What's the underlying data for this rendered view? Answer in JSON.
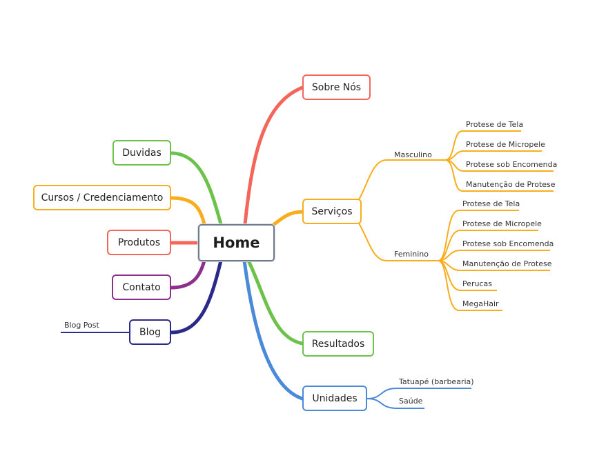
{
  "root": {
    "label": "Home"
  },
  "colors": {
    "red": "#f4665a",
    "orange": "#f9ad1c",
    "green": "#6cc24a",
    "blue": "#4a8ad8",
    "purple": "#8e2f8b",
    "navy": "#2a2a88"
  },
  "branches": {
    "sobre": {
      "label": "Sobre Nós",
      "color": "red"
    },
    "servicos": {
      "label": "Serviços",
      "color": "orange",
      "masculino": {
        "label": "Masculino",
        "items": [
          "Protese de Tela",
          "Protese de Micropele",
          "Protese sob Encomenda",
          "Manutenção de Protese"
        ]
      },
      "feminino": {
        "label": "Feminino",
        "items": [
          "Protese de Tela",
          "Protese de Micropele",
          "Protese sob Encomenda",
          "Manutenção de Protese",
          "Perucas",
          "MegaHair"
        ]
      }
    },
    "resultados": {
      "label": "Resultados",
      "color": "green"
    },
    "unidades": {
      "label": "Unidades",
      "color": "blue",
      "items": [
        "Tatuapé (barbearia)",
        "Saúde"
      ]
    },
    "duvidas": {
      "label": "Duvidas",
      "color": "green"
    },
    "cursos": {
      "label": "Cursos / Credenciamento",
      "color": "orange"
    },
    "produtos": {
      "label": "Produtos",
      "color": "red"
    },
    "contato": {
      "label": "Contato",
      "color": "purple"
    },
    "blog": {
      "label": "Blog",
      "color": "navy",
      "items": [
        "Blog Post"
      ]
    }
  }
}
